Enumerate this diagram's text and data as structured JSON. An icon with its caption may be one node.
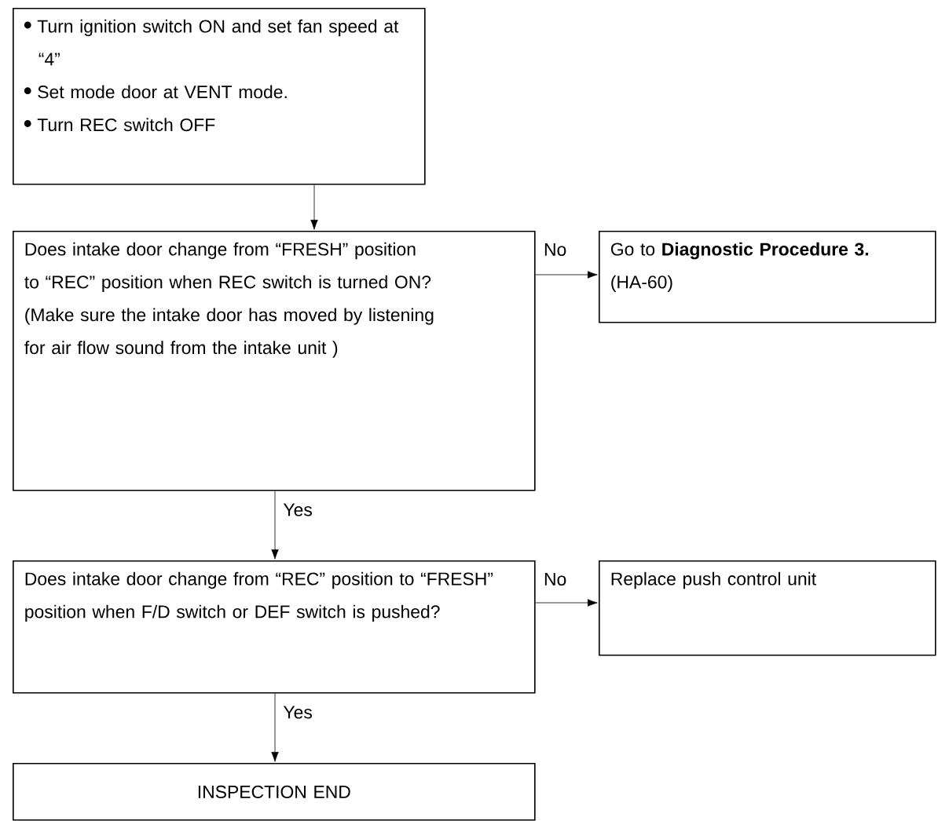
{
  "diagram": {
    "nodes": [
      {
        "text": [
          "Turn ignition switch ON and set fan speed at “4”",
          "Set mode door at VENT mode.",
          "Turn REC switch OFF"
        ]
      },
      {
        "text": [
          "Does intake door change from “FRESH” position to “REC” position when REC switch is turned ON? (Make sure the intake door has moved by listening for air flow sound from the intake unit )"
        ]
      },
      {
        "text": [
          "Go to **Diagnostic Procedure 3.** (HA-60)"
        ]
      },
      {
        "text": [
          "Does intake door change from “REC” position to “FRESH” position when F/D switch or DEF switch is pushed?"
        ]
      },
      {
        "text": [
          "Replace push control unit"
        ]
      },
      {
        "text": [
          "INSPECTION END"
        ]
      }
    ],
    "edges": [
      {
        "from": 0,
        "to": 1,
        "arrow": "to"
      },
      {
        "from": 1,
        "to": 2,
        "arrow": "to",
        "label": "No"
      },
      {
        "from": 1,
        "to": 3,
        "arrow": "to",
        "label": "Yes"
      },
      {
        "from": 3,
        "to": 4,
        "arrow": "to",
        "label": "No"
      },
      {
        "from": 3,
        "to": 5,
        "arrow": "to",
        "label": "Yes"
      }
    ]
  }
}
